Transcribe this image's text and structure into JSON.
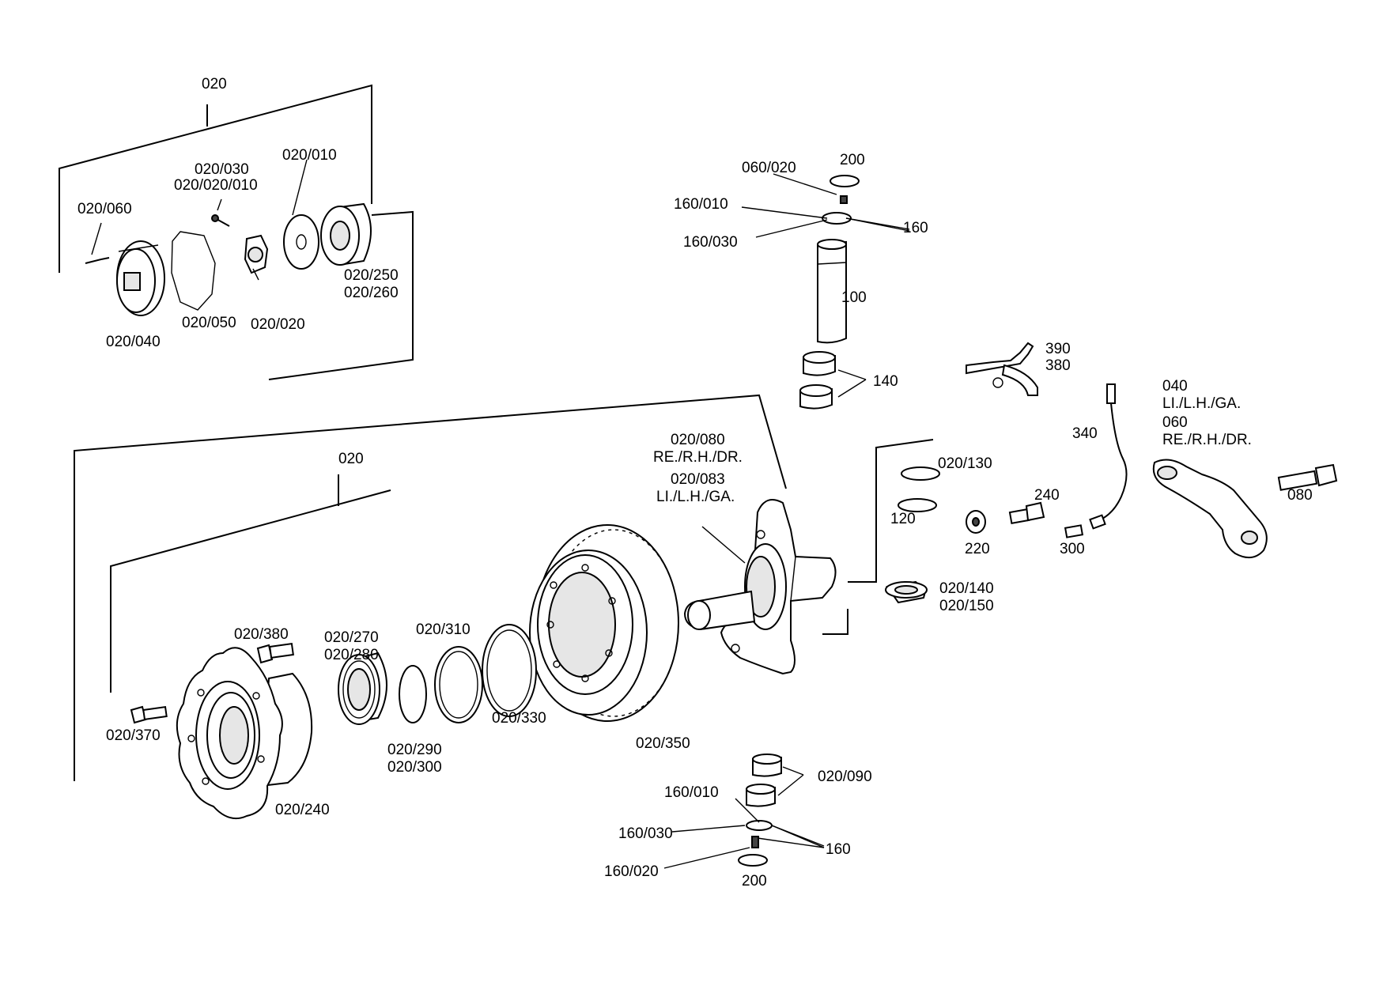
{
  "callouts": {
    "top_group": "020",
    "c020_030": "020/030",
    "c020_020_010": "020/020/010",
    "c020_010": "020/010",
    "c020_060": "020/060",
    "c020_250": "020/250",
    "c020_260": "020/260",
    "c020_050": "020/050",
    "c020_020": "020/020",
    "c020_040": "020/040",
    "c060_020_top": "060/020",
    "c200_top": "200",
    "c160_010_top": "160/010",
    "c160_top": "160",
    "c160_030_top": "160/030",
    "c100": "100",
    "c140": "140",
    "c390": "390",
    "c380": "380",
    "c040": "040",
    "c_li_lh_ga_1": "LI./L.H./GA.",
    "c060": "060",
    "c_re_rh_dr_1": "RE./R.H./DR.",
    "c340": "340",
    "c080": "080",
    "c020_080": "020/080",
    "c_re_rh_dr_2": "RE./R.H./DR.",
    "c020_083": "020/083",
    "c_li_lh_ga_2": "LI./L.H./GA.",
    "c020_130": "020/130",
    "c120": "120",
    "c240": "240",
    "c220": "220",
    "c300": "300",
    "c020_140": "020/140",
    "c020_150": "020/150",
    "main_group": "020",
    "c020_380": "020/380",
    "c020_270": "020/270",
    "c020_280": "020/280",
    "c020_310": "020/310",
    "c020_370": "020/370",
    "c020_290": "020/290",
    "c020_300": "020/300",
    "c020_330": "020/330",
    "c020_350": "020/350",
    "c020_240": "020/240",
    "c020_090": "020/090",
    "c160_010_bot": "160/010",
    "c160_030_bot": "160/030",
    "c160_bot": "160",
    "c160_020_bot": "160/020",
    "c200_bot": "200"
  }
}
